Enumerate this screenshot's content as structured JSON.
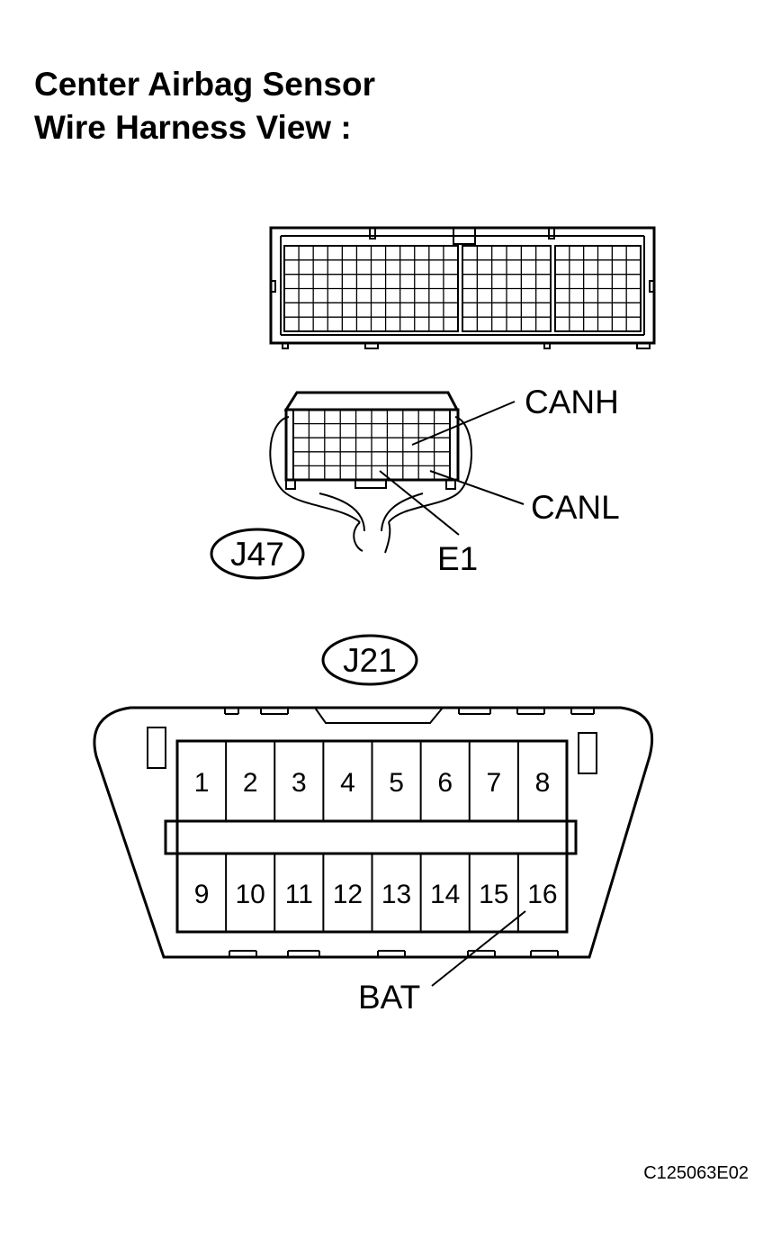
{
  "title": {
    "line1": "Center Airbag Sensor",
    "line2": "Wire Harness View :"
  },
  "connector_j47": {
    "id": "J47",
    "terminals": [
      "CANH",
      "CANL",
      "E1"
    ]
  },
  "connector_j21": {
    "id": "J21",
    "pins_top": [
      "1",
      "2",
      "3",
      "4",
      "5",
      "6",
      "7",
      "8"
    ],
    "pins_bottom": [
      "9",
      "10",
      "11",
      "12",
      "13",
      "14",
      "15",
      "16"
    ],
    "terminal_label": "BAT"
  },
  "figure_code": "C125063E02"
}
